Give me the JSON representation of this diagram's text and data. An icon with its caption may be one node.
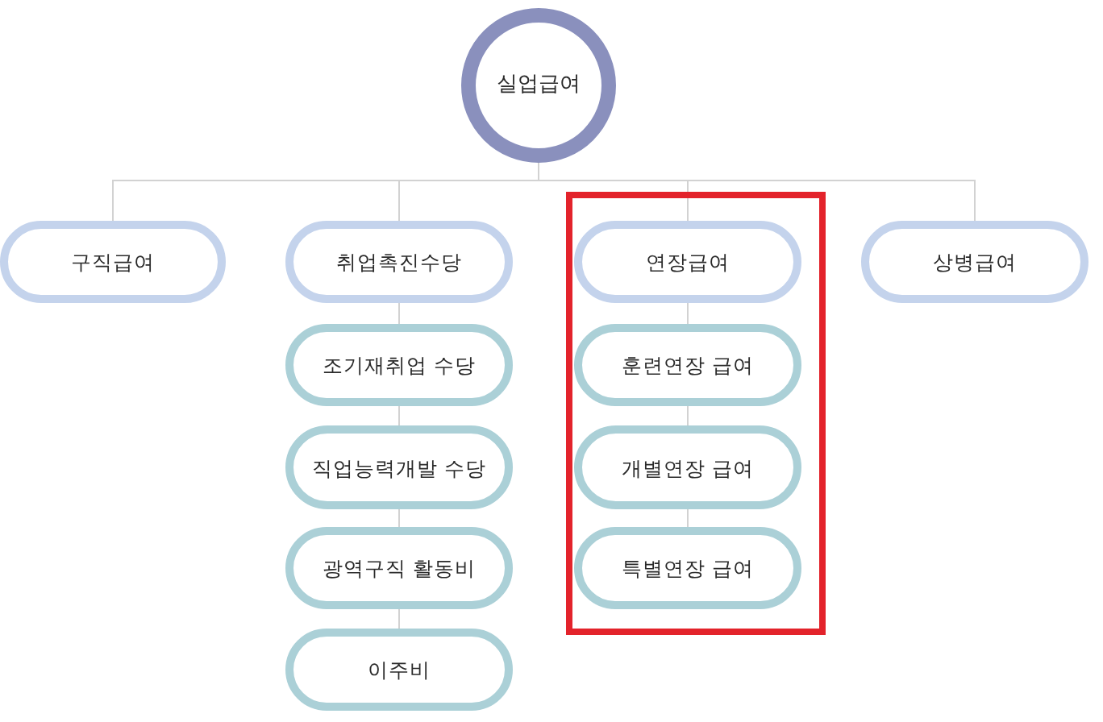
{
  "diagram": {
    "nodes": [
      {
        "text": [
          "실업급여"
        ]
      },
      {
        "text": [
          "구직급여"
        ]
      },
      {
        "text": [
          "취업촉진수당"
        ]
      },
      {
        "text": [],
        "shape": "box"
      },
      {
        "text": [
          "연장급여"
        ],
        "in": 3
      },
      {
        "text": [
          "상병급여"
        ]
      },
      {
        "text": [
          "조기재취업 수당"
        ]
      },
      {
        "text": [
          "직업능력개발 수당"
        ]
      },
      {
        "text": [
          "광역구직 활동비"
        ]
      },
      {
        "text": [
          "이주비"
        ]
      },
      {
        "text": [
          "훈련연장 급여"
        ],
        "in": 3
      },
      {
        "text": [
          "개별연장 급여"
        ],
        "in": 3
      },
      {
        "text": [
          "특별연장 급여"
        ],
        "in": 3
      }
    ],
    "edges": [
      {
        "from": 0,
        "to": 1,
        "arrow": "none"
      },
      {
        "from": 0,
        "to": 2,
        "arrow": "none"
      },
      {
        "from": 0,
        "to": 4,
        "arrow": "none"
      },
      {
        "from": 0,
        "to": 5,
        "arrow": "none"
      },
      {
        "from": 2,
        "to": 6,
        "arrow": "none"
      },
      {
        "from": 6,
        "to": 7,
        "arrow": "none"
      },
      {
        "from": 7,
        "to": 8,
        "arrow": "none"
      },
      {
        "from": 8,
        "to": 9,
        "arrow": "none"
      },
      {
        "from": 4,
        "to": 10,
        "arrow": "none"
      },
      {
        "from": 10,
        "to": 11,
        "arrow": "none"
      },
      {
        "from": 11,
        "to": 12,
        "arrow": "none"
      }
    ]
  }
}
